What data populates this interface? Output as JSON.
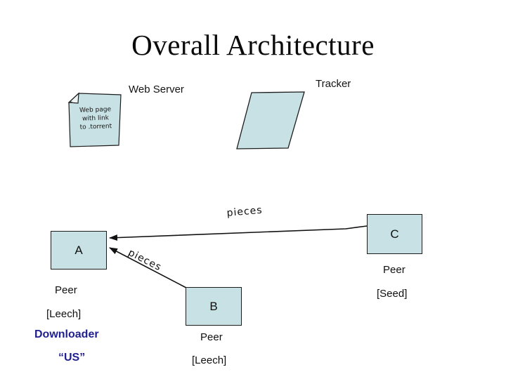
{
  "slide": {
    "title": "Overall Architecture",
    "labels": {
      "web_server": "Web Server",
      "tracker": "Tracker"
    },
    "note": {
      "lines": [
        "Web page",
        "with link",
        "to .torrent"
      ]
    },
    "arrows": {
      "c_to_a_label": "pieces",
      "b_to_a_label": "pieces"
    },
    "nodes": {
      "a": {
        "letter": "A",
        "role": "Peer",
        "state": "[Leech]",
        "alias1": "Downloader",
        "alias2": "“US”"
      },
      "b": {
        "letter": "B",
        "role": "Peer",
        "state": "[Leech]"
      },
      "c": {
        "letter": "C",
        "role": "Peer",
        "state": "[Seed]"
      }
    },
    "colors": {
      "shape_fill": "#c7e1e4",
      "shape_border": "#1c1c1c",
      "emphasis_blue": "#1f1f8f"
    }
  }
}
